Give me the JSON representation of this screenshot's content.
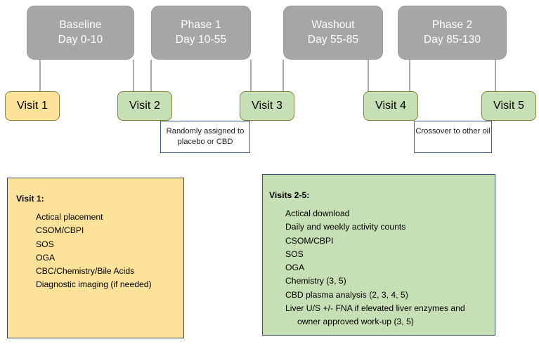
{
  "diagram": {
    "title": "Clinical trial crossover study timeline",
    "colors": {
      "phase_fill": "#a6a6a6",
      "visit_green_fill": "#c6dfb4",
      "visit_gold_fill": "#fde29a",
      "visit_border": "#8a8136",
      "note_border": "#41648f",
      "panel_border": "#3b4a5e",
      "connector": "#808080"
    }
  },
  "phases": [
    {
      "name": "Baseline",
      "days": "Day 0-10"
    },
    {
      "name": "Phase 1",
      "days": "Day 10-55"
    },
    {
      "name": "Washout",
      "days": "Day 55-85"
    },
    {
      "name": "Phase 2",
      "days": "Day 85-130"
    }
  ],
  "visits": [
    {
      "label": "Visit 1",
      "color": "gold"
    },
    {
      "label": "Visit 2",
      "color": "green"
    },
    {
      "label": "Visit 3",
      "color": "green"
    },
    {
      "label": "Visit 4",
      "color": "green"
    },
    {
      "label": "Visit 5",
      "color": "green"
    }
  ],
  "notes": [
    {
      "text": "Randomly assigned to placebo or CBD"
    },
    {
      "text": "Crossover to other oil"
    }
  ],
  "panels": {
    "visit1": {
      "title": "Visit 1:",
      "items": [
        "Actical placement",
        "CSOM/CBPI",
        "SOS",
        "OGA",
        "CBC/Chemistry/Bile Acids",
        "Diagnostic imaging (if needed)"
      ]
    },
    "visits2to5": {
      "title": "Visits 2-5:",
      "items": [
        "Actical download",
        "Daily and weekly activity counts",
        "CSOM/CBPI",
        "SOS",
        "OGA",
        "Chemistry (3, 5)",
        "CBD plasma analysis (2, 3, 4, 5)",
        "Liver U/S +/- FNA if elevated liver enzymes and\n     owner approved work-up (3, 5)"
      ]
    }
  }
}
